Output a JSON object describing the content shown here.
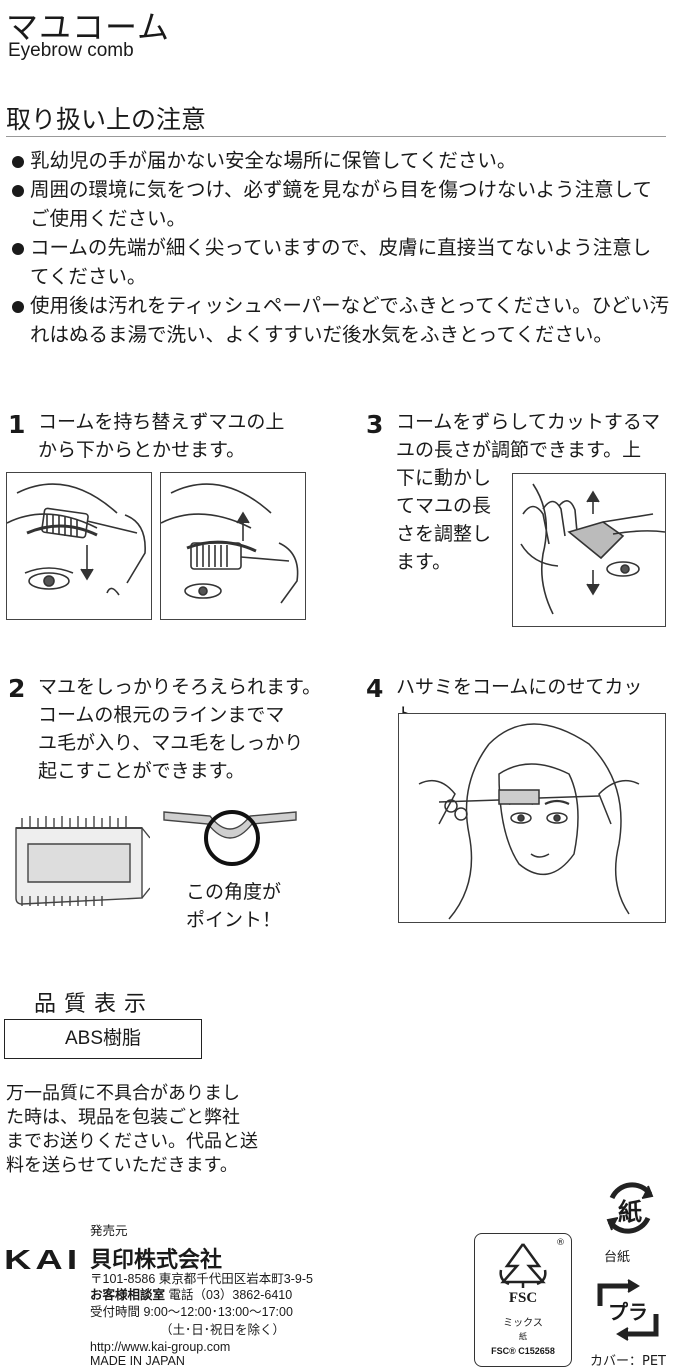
{
  "header": {
    "title": "マユコーム",
    "subtitle": "Eyebrow comb"
  },
  "caution": {
    "heading": "取り扱い上の注意",
    "items": [
      "乳幼児の手が届かない安全な場所に保管してください。",
      "周囲の環境に気をつけ、必ず鏡を見ながら目を傷つけないよう注意してご使用ください。",
      "コームの先端が細く尖っていますので、皮膚に直接当てないよう注意してください。",
      "使用後は汚れをティッシュペーパーなどでふきとってください。ひどい汚れはぬるま湯で洗い、よくすすいだ後水気をふきとってください。"
    ]
  },
  "steps": [
    {
      "num": "1",
      "lines": [
        "コームを持ち替えずマユの上",
        "から下からとかせます。"
      ]
    },
    {
      "num": "2",
      "lines": [
        "マユをしっかりそろえられます。",
        "コームの根元のラインまでマ",
        "ユ毛が入り、マユ毛をしっかり",
        "起こすことができます。"
      ]
    },
    {
      "num": "3",
      "lines": [
        "コームをずらしてカットするマ",
        "ユの長さが調節できます。上",
        "下に動かし",
        "てマユの長",
        "さを調整し",
        "ます。"
      ]
    },
    {
      "num": "4",
      "lines": [
        "ハサミをコームにのせてカット。"
      ]
    }
  ],
  "angle_note": [
    "この角度が",
    "ポイント！"
  ],
  "quality": {
    "heading": "品質表示",
    "material": "ABS樹脂"
  },
  "notice": [
    "万一品質に不具合がありまし",
    "た時は、現品を包装ごと弊社",
    "までお送りください。代品と送",
    "料を送らせていただきます。"
  ],
  "company": {
    "seller_label": "発売元",
    "logo": "KAI",
    "name": "貝印株式会社",
    "address": "〒101-8586 東京都千代田区岩本町3-9-5",
    "support_label": "お客様相談室",
    "phone": "電話（03）3862-6410",
    "hours": "受付時間 9:00～12:00･13:00～17:00",
    "closed": "（土･日･祝日を除く）",
    "url": "http://www.kai-group.com",
    "made_in": "MADE IN JAPAN"
  },
  "fsc": {
    "mark": "FSC",
    "type": "ミックス",
    "sub": "紙",
    "license": "FSC® C152658",
    "registered": "®"
  },
  "recycle": {
    "paper_glyph": "紙",
    "paper_label": "台紙",
    "plastic_glyph": "プラ",
    "plastic_label": "カバー：PET"
  },
  "colors": {
    "ink": "#1a1a1a",
    "rule": "#999999"
  }
}
